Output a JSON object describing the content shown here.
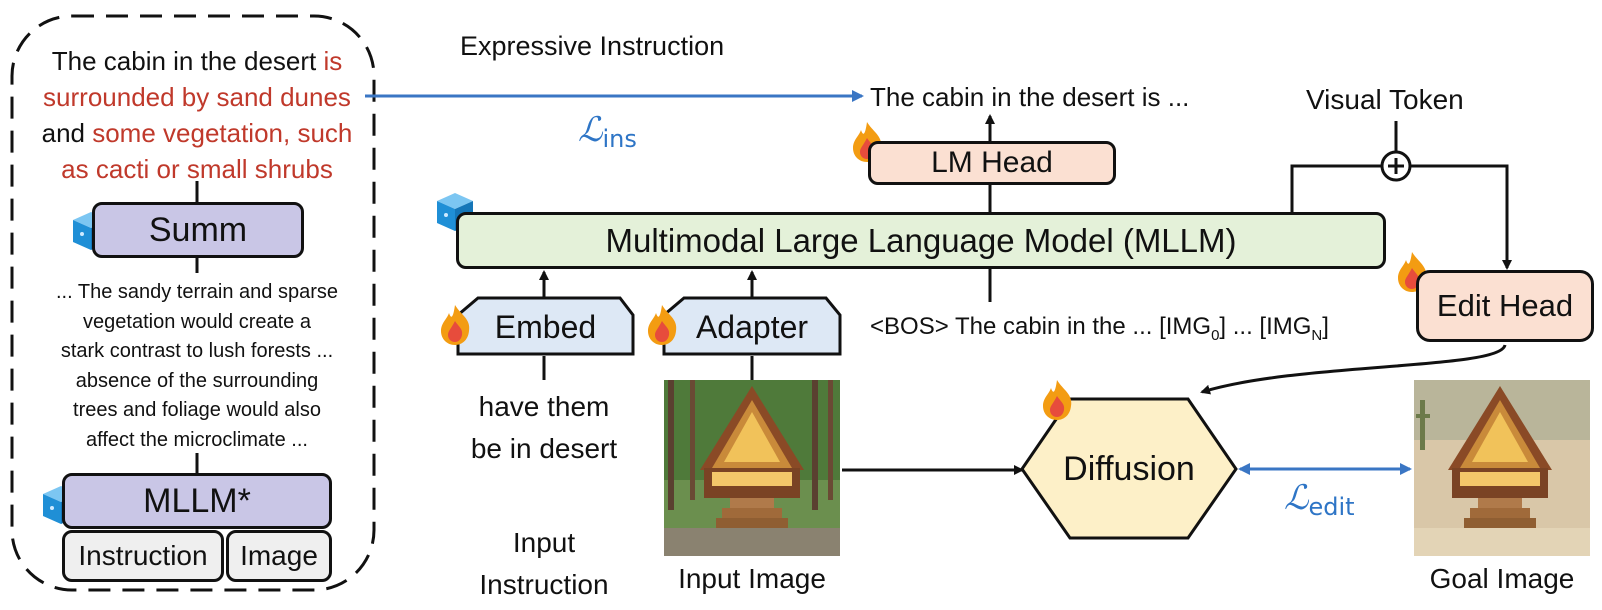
{
  "left_panel": {
    "expressive_line1_black": "The cabin in the desert ",
    "expressive_line1_red": "is",
    "expressive_line2_red": "surrounded by sand dunes",
    "expressive_line3_black": "and ",
    "expressive_line3_red": "some vegetation, such",
    "expressive_line4_red": "as cacti or small shrubs",
    "summ_label": "Summ",
    "description_lines": [
      "... The sandy terrain and sparse",
      "vegetation would create a",
      "stark contrast to lush forests ...",
      "absence of the surrounding",
      "trees and foliage would also",
      "affect the microclimate ..."
    ],
    "mllm_star_label": "MLLM*",
    "instruction_label": "Instruction",
    "image_label": "Image"
  },
  "main": {
    "expressive_instruction_title": "Expressive Instruction",
    "loss_ins_symbol": "ℒ",
    "loss_ins_sub": "ins",
    "output_text": "The cabin in the desert is ...",
    "lm_head_label": "LM Head",
    "visual_token_label": "Visual Token",
    "plus_symbol": "+",
    "mllm_label": "Multimodal Large Language Model (MLLM)",
    "embed_label": "Embed",
    "adapter_label": "Adapter",
    "token_seq_prefix": "<BOS> The cabin in the ...  [IMG",
    "token_seq_sub0": "0",
    "token_seq_mid": "] ... [IMG",
    "token_seq_subN": "N",
    "token_seq_suffix": "]",
    "edit_head_label": "Edit Head",
    "input_text_line1": "have them",
    "input_text_line2": "be in desert",
    "input_instruction_line1": "Input",
    "input_instruction_line2": "Instruction",
    "input_image_caption": "Input Image",
    "diffusion_label": "Diffusion",
    "loss_edit_symbol": "ℒ",
    "loss_edit_sub": "edit",
    "goal_image_caption": "Goal Image"
  },
  "colors": {
    "accent_red": "#c0392b",
    "loss_blue": "#2e75c6",
    "frozen_cube": "#1f8fd6",
    "fire_orange": "#f39c12",
    "purple_box": "#c9c6e6",
    "green_box": "#e4f1d9",
    "peach_box": "#fbe0d2",
    "blue_box": "#dde8f5",
    "diffusion_fill": "#fdf0c8"
  },
  "icons": {
    "frozen": "ice-cube-icon",
    "trainable": "fire-icon"
  }
}
